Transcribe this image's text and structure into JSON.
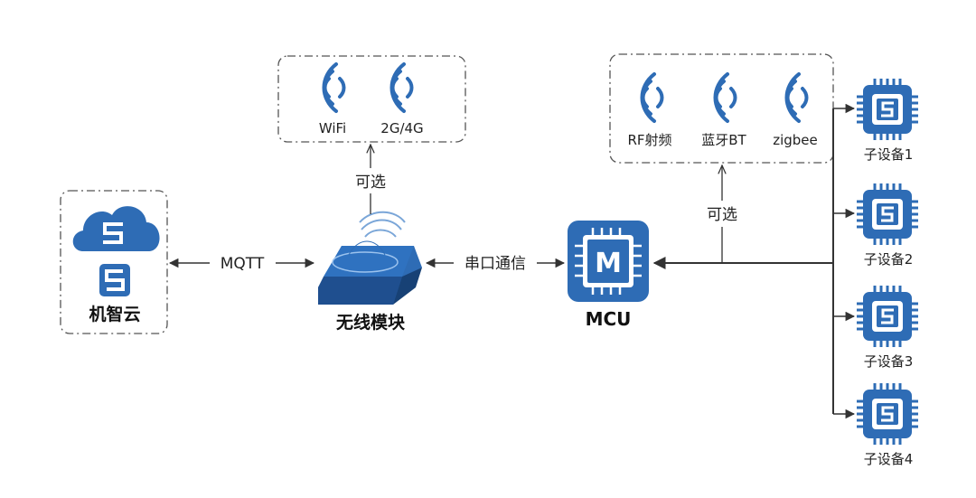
{
  "cloud": {
    "label": "机智云"
  },
  "module": {
    "label": "无线模块"
  },
  "mcu": {
    "label": "MCU",
    "chip_letter": "M"
  },
  "links": {
    "cloud_module": "MQTT",
    "module_mcu": "串口通信"
  },
  "optional_label": "可选",
  "module_options": [
    "WiFi",
    "2G/4G"
  ],
  "mcu_options": [
    "RF射频",
    "蓝牙BT",
    "zigbee"
  ],
  "sub_devices": [
    "子设备1",
    "子设备2",
    "子设备3",
    "子设备4"
  ],
  "colors": {
    "brand_blue": "#2e6cb5",
    "dark_blue": "#1f4f8f",
    "line": "#333333"
  },
  "icons": [
    "cloud-icon",
    "signal-icon",
    "router-icon",
    "chip-icon"
  ]
}
